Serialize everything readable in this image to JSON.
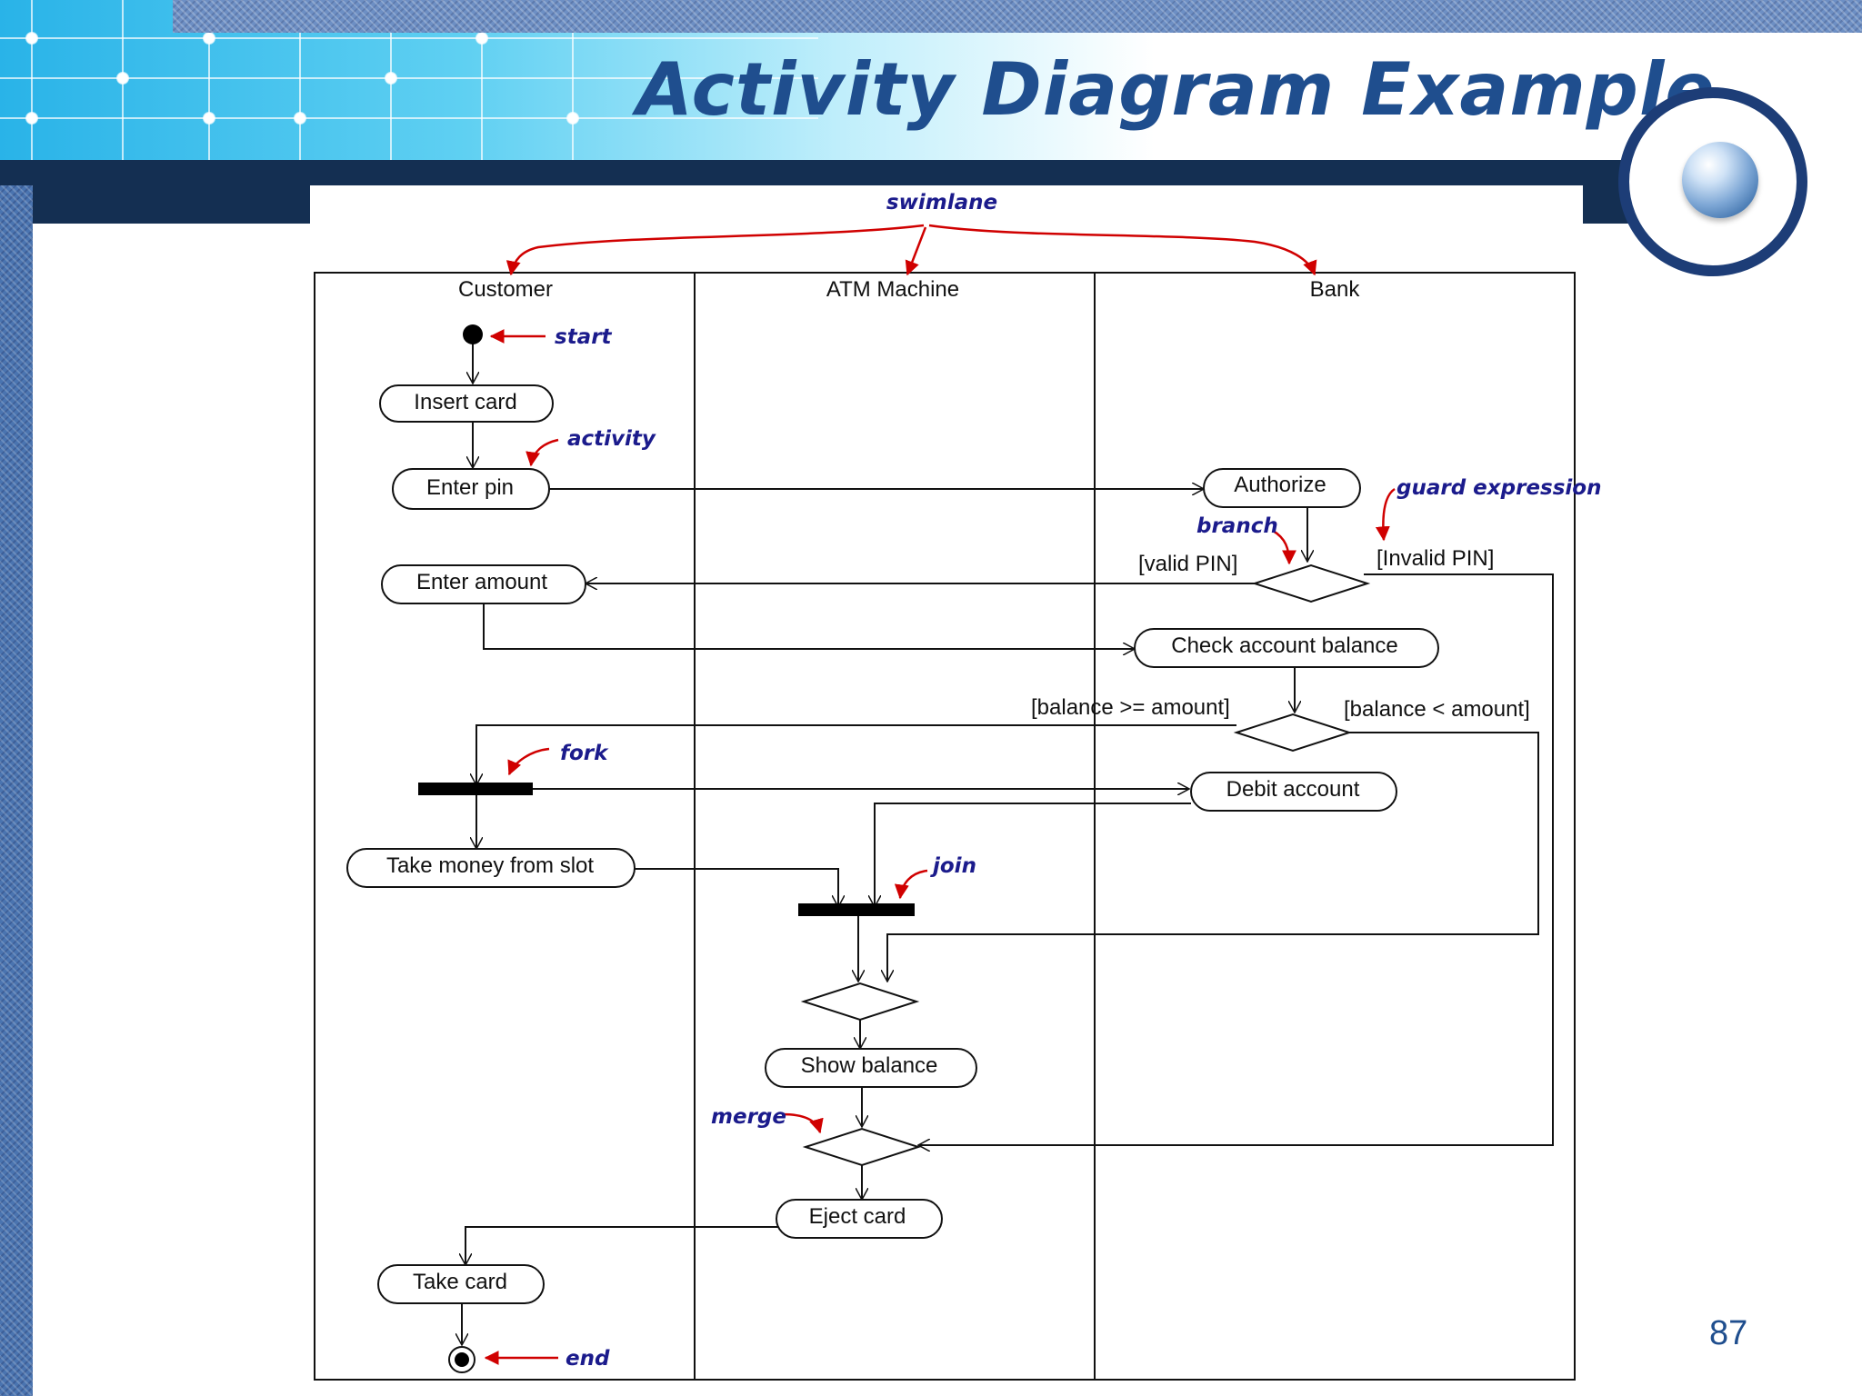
{
  "slide": {
    "title": "Activity Diagram Example",
    "page_number": "87"
  },
  "lanes": [
    "Customer",
    "ATM Machine",
    "Bank"
  ],
  "activities": {
    "insert_card": "Insert card",
    "enter_pin": "Enter pin",
    "authorize": "Authorize",
    "enter_amount": "Enter amount",
    "check_balance": "Check account balance",
    "debit_account": "Debit account",
    "take_money": "Take money from slot",
    "show_balance": "Show balance",
    "eject_card": "Eject card",
    "take_card": "Take card"
  },
  "guards": {
    "valid_pin": "[valid PIN]",
    "invalid_pin": "[Invalid PIN]",
    "balance_ge": "[balance >= amount]",
    "balance_lt": "[balance < amount]"
  },
  "annotations": {
    "swimlane": "swimlane",
    "start": "start",
    "activity": "activity",
    "guard_expression": "guard expression",
    "branch": "branch",
    "fork": "fork",
    "join": "join",
    "merge": "merge",
    "end": "end"
  },
  "colors": {
    "title": "#1f4e8e",
    "annotation_text": "#1b1b8c",
    "annotation_arrow": "#d00000",
    "header_navy": "#142f52"
  }
}
